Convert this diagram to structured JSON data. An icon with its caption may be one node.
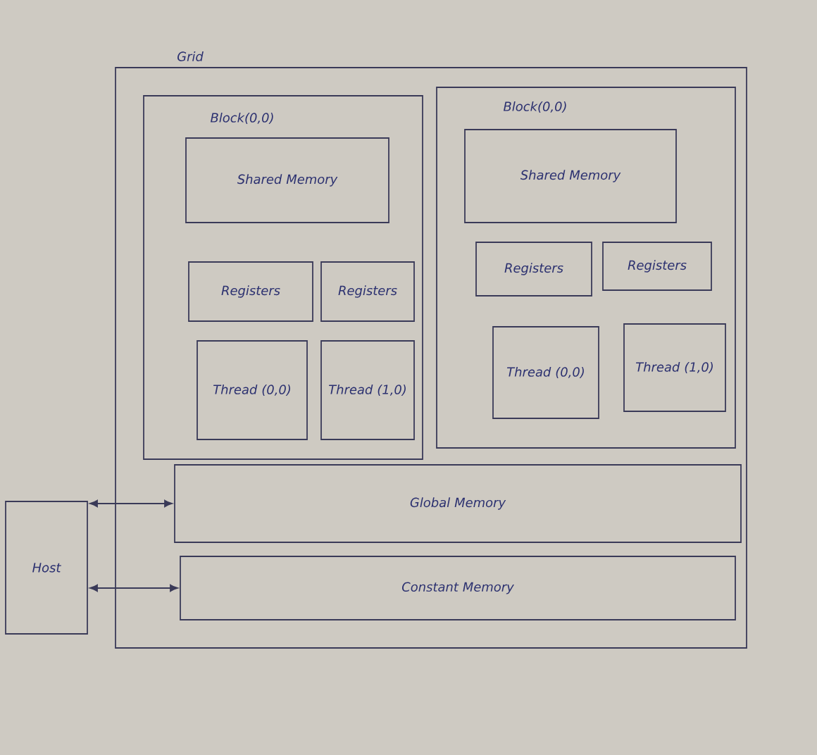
{
  "diagram": {
    "nodes": [
      {
        "text": [
          "Grid"
        ]
      },
      {
        "text": [
          "Block(0,0)"
        ],
        "in": 0
      },
      {
        "text": [
          "Shared Memory"
        ],
        "in": 1
      },
      {
        "text": [
          "Registers"
        ],
        "in": 1
      },
      {
        "text": [
          "Registers"
        ],
        "in": 1
      },
      {
        "text": [
          "Thread (0,0)"
        ],
        "in": 1
      },
      {
        "text": [
          "Thread (1,0)"
        ],
        "in": 1
      },
      {
        "text": [
          "Block(0,0)"
        ],
        "in": 0
      },
      {
        "text": [
          "Shared Memory"
        ],
        "in": 7
      },
      {
        "text": [
          "Registers"
        ],
        "in": 7
      },
      {
        "text": [
          "Registers"
        ],
        "in": 7
      },
      {
        "text": [
          "Thread (0,0)"
        ],
        "in": 7
      },
      {
        "text": [
          "Thread (1,0)"
        ],
        "in": 7
      },
      {
        "text": [
          "Global Memory"
        ],
        "in": 0
      },
      {
        "text": [
          "Constant Memory"
        ],
        "in": 0
      },
      {
        "text": [
          "Host"
        ]
      }
    ],
    "edges": [
      {
        "from": 15,
        "to": 13,
        "arrow": "both"
      },
      {
        "from": 15,
        "to": 14,
        "arrow": "both"
      }
    ]
  }
}
